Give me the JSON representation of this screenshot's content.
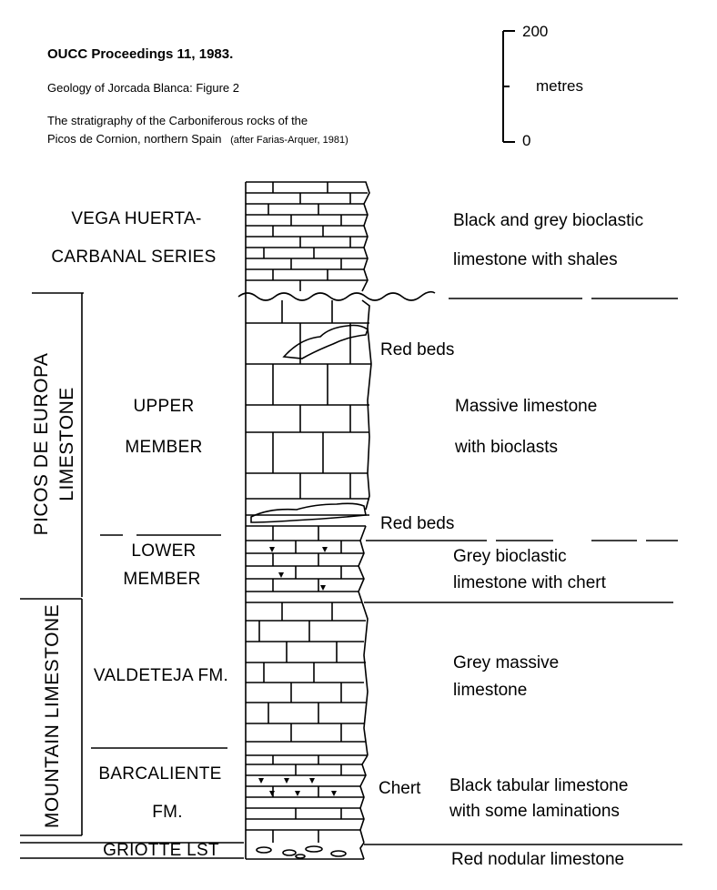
{
  "header": {
    "title": "OUCC Proceedings 11, 1983.",
    "subtitle": "Geology of Jorcada Blanca: Figure 2",
    "caption_line1": "The stratigraphy of the Carboniferous rocks of the",
    "caption_line2": "Picos de Cornion, northern Spain",
    "caption_credit": "(after Farias-Arquer, 1981)"
  },
  "scale_bar": {
    "top_value": "200",
    "unit": "metres",
    "bottom_value": "0"
  },
  "groups": {
    "picos_line1": "PICOS DE EUROPA",
    "picos_line2": "LIMESTONE",
    "mountain": "MOUNTAIN LIMESTONE"
  },
  "units": {
    "vega_line1": "VEGA HUERTA-",
    "vega_line2": "CARBANAL SERIES",
    "upper_line1": "UPPER",
    "upper_line2": "MEMBER",
    "lower_line1": "LOWER",
    "lower_line2": "MEMBER",
    "valdeteja": "VALDETEJA FM.",
    "barcaliente_line1": "BARCALIENTE",
    "barcaliente_line2": "FM.",
    "griotte": "GRIOTTE LST"
  },
  "descriptions": {
    "vega_line1": "Black and grey bioclastic",
    "vega_line2": "limestone with shales",
    "red_beds_upper": "Red beds",
    "upper_line1": "Massive limestone",
    "upper_line2": "with bioclasts",
    "red_beds_lower": "Red beds",
    "lower_line1": "Grey bioclastic",
    "lower_line2": "limestone with chert",
    "valdeteja_line1": "Grey massive",
    "valdeteja_line2": "limestone",
    "chert": "Chert",
    "barcaliente_line1": "Black tabular limestone",
    "barcaliente_line2": "with some laminations",
    "griotte": "Red nodular limestone"
  }
}
